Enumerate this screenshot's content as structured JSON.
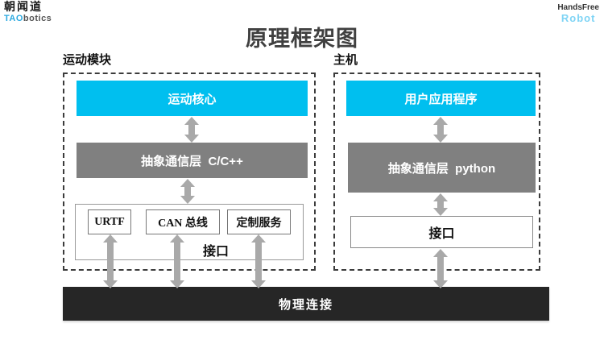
{
  "brand_left": {
    "name": "朝闻道",
    "tao": "TAO",
    "botics": "botics"
  },
  "brand_right": {
    "hands_free": "HandsFree",
    "robot": "Robot"
  },
  "title": "原理框架图",
  "sections": {
    "motion": {
      "label": "运动模块",
      "core": "运动核心",
      "comm_layer": "抽象通信层  C/C++",
      "interface_group": {
        "items": [
          "URTF",
          "CAN 总线",
          "定制服务"
        ],
        "label": "接口"
      }
    },
    "host": {
      "label": "主机",
      "app": "用户应用程序",
      "comm_layer": "抽象通信层  python",
      "interface": "接口"
    },
    "physical_link": "物理连接"
  },
  "colors": {
    "accent_cyan": "#00bfef",
    "block_gray": "#808080",
    "arrow_gray": "#a9a9a9",
    "bar_dark": "#262626",
    "brand_blue": "#2ba9e0",
    "brand_light_blue": "#7fd4f5"
  }
}
